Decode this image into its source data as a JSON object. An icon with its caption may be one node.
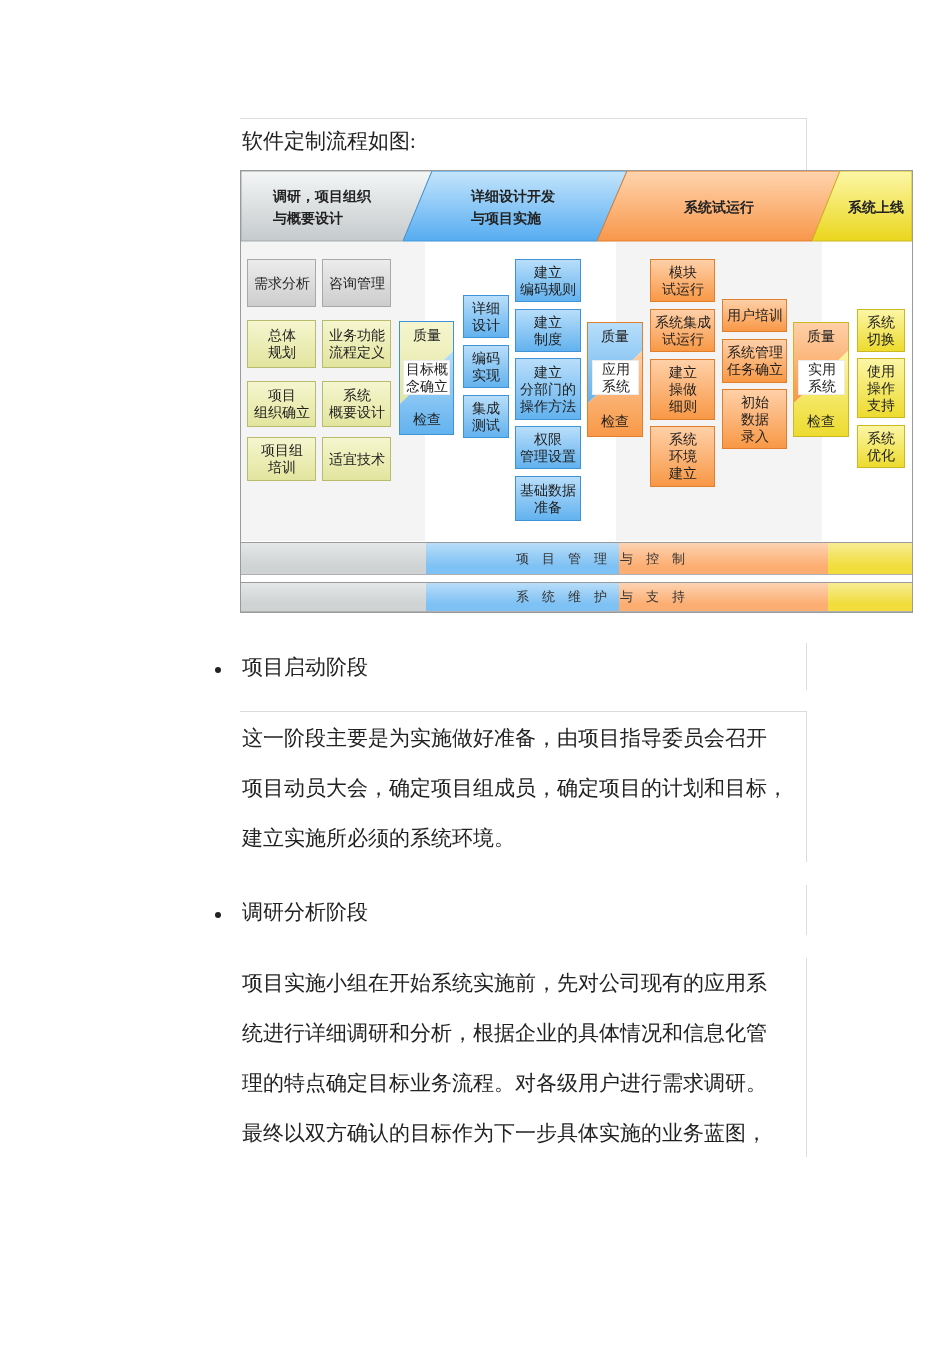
{
  "diagram": {
    "title": "软件定制流程如图:",
    "nodes": [
      {
        "text": [
          "调研，项目组织与概要设计"
        ]
      },
      {
        "text": [
          "详细设计开发与项目实施"
        ]
      },
      {
        "text": [
          "系统试运行"
        ]
      },
      {
        "text": [
          "系统上线"
        ]
      },
      {
        "text": [
          "需求分析"
        ]
      },
      {
        "text": [
          "咨询管理"
        ]
      },
      {
        "text": [
          "总体规划"
        ]
      },
      {
        "text": [
          "业务功能流程定义"
        ]
      },
      {
        "text": [
          "项目组织确立"
        ]
      },
      {
        "text": [
          "系统概要设计"
        ]
      },
      {
        "text": [
          "项目组培训"
        ]
      },
      {
        "text": [
          "适宜技术"
        ]
      },
      {
        "text": [
          "质量",
          "检查"
        ]
      },
      {
        "text": [
          "目标概念确立"
        ],
        "in": 12
      },
      {
        "text": [
          "详细设计"
        ]
      },
      {
        "text": [
          "编码实现"
        ]
      },
      {
        "text": [
          "集成测试"
        ]
      },
      {
        "text": [
          "建立编码规则"
        ]
      },
      {
        "text": [
          "建立制度"
        ]
      },
      {
        "text": [
          "建立分部门的操作方法"
        ]
      },
      {
        "text": [
          "权限管理设置"
        ]
      },
      {
        "text": [
          "基础数据准备"
        ]
      },
      {
        "text": [
          "质量",
          "检查"
        ]
      },
      {
        "text": [
          "应用系统"
        ],
        "in": 22
      },
      {
        "text": [
          "模块试运行"
        ]
      },
      {
        "text": [
          "系统集成试运行"
        ]
      },
      {
        "text": [
          "建立操做细则"
        ]
      },
      {
        "text": [
          "系统环境建立"
        ]
      },
      {
        "text": [
          "用户培训"
        ]
      },
      {
        "text": [
          "系统管理任务确立"
        ]
      },
      {
        "text": [
          "初始数据录入"
        ]
      },
      {
        "text": [
          "质量",
          "检查"
        ]
      },
      {
        "text": [
          "实用系统"
        ],
        "in": 31
      },
      {
        "text": [
          "系统切换"
        ]
      },
      {
        "text": [
          "使用操作支持"
        ]
      },
      {
        "text": [
          "系统优化"
        ]
      },
      {
        "text": [
          "项目管理与控制"
        ]
      },
      {
        "text": [
          "系统维护与支持"
        ]
      }
    ],
    "labels": [
      "项目启动阶段",
      "这一阶段主要是为实施做好准备，由项目指导委员会召开项目动员大会，确定项目组成员，确定项目的计划和目标，建立实施所必须的系统环境。",
      "调研分析阶段",
      "项目实施小组在开始系统实施前，先对公司现有的应用系统进行详细调研和分析，根据企业的具体情况和信息化管理的特点确定目标业务流程。对各级用户进行需求调研。最终以双方确认的目标作为下一步具体实施的业务蓝图，"
    ]
  }
}
